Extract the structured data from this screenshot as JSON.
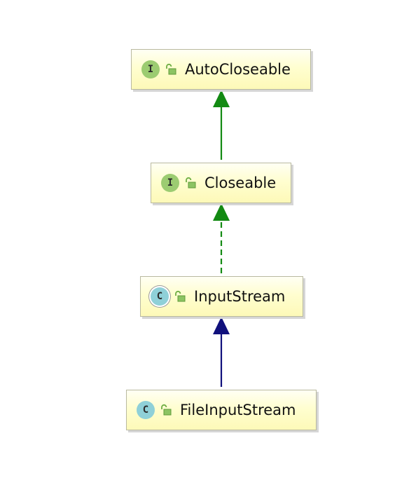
{
  "diagram": {
    "nodes": [
      {
        "id": "autocloseable",
        "label": "AutoCloseable",
        "kind": "interface",
        "kind_glyph": "I",
        "kind_icon": "interface-icon",
        "visibility_icon": "public-lock-icon"
      },
      {
        "id": "closeable",
        "label": "Closeable",
        "kind": "interface",
        "kind_glyph": "I",
        "kind_icon": "interface-icon",
        "visibility_icon": "public-lock-icon"
      },
      {
        "id": "inputstream",
        "label": "InputStream",
        "kind": "abstract-class",
        "kind_glyph": "C",
        "kind_icon": "abstract-class-icon",
        "visibility_icon": "public-lock-icon"
      },
      {
        "id": "fileinputstream",
        "label": "FileInputStream",
        "kind": "class",
        "kind_glyph": "C",
        "kind_icon": "class-icon",
        "visibility_icon": "public-lock-icon"
      }
    ],
    "edges": [
      {
        "from": "closeable",
        "to": "autocloseable",
        "relation": "extends",
        "style": "solid",
        "color": "#138a13"
      },
      {
        "from": "inputstream",
        "to": "closeable",
        "relation": "implements",
        "style": "dashed",
        "color": "#138a13"
      },
      {
        "from": "fileinputstream",
        "to": "inputstream",
        "relation": "extends",
        "style": "solid",
        "color": "#10107c"
      }
    ]
  }
}
